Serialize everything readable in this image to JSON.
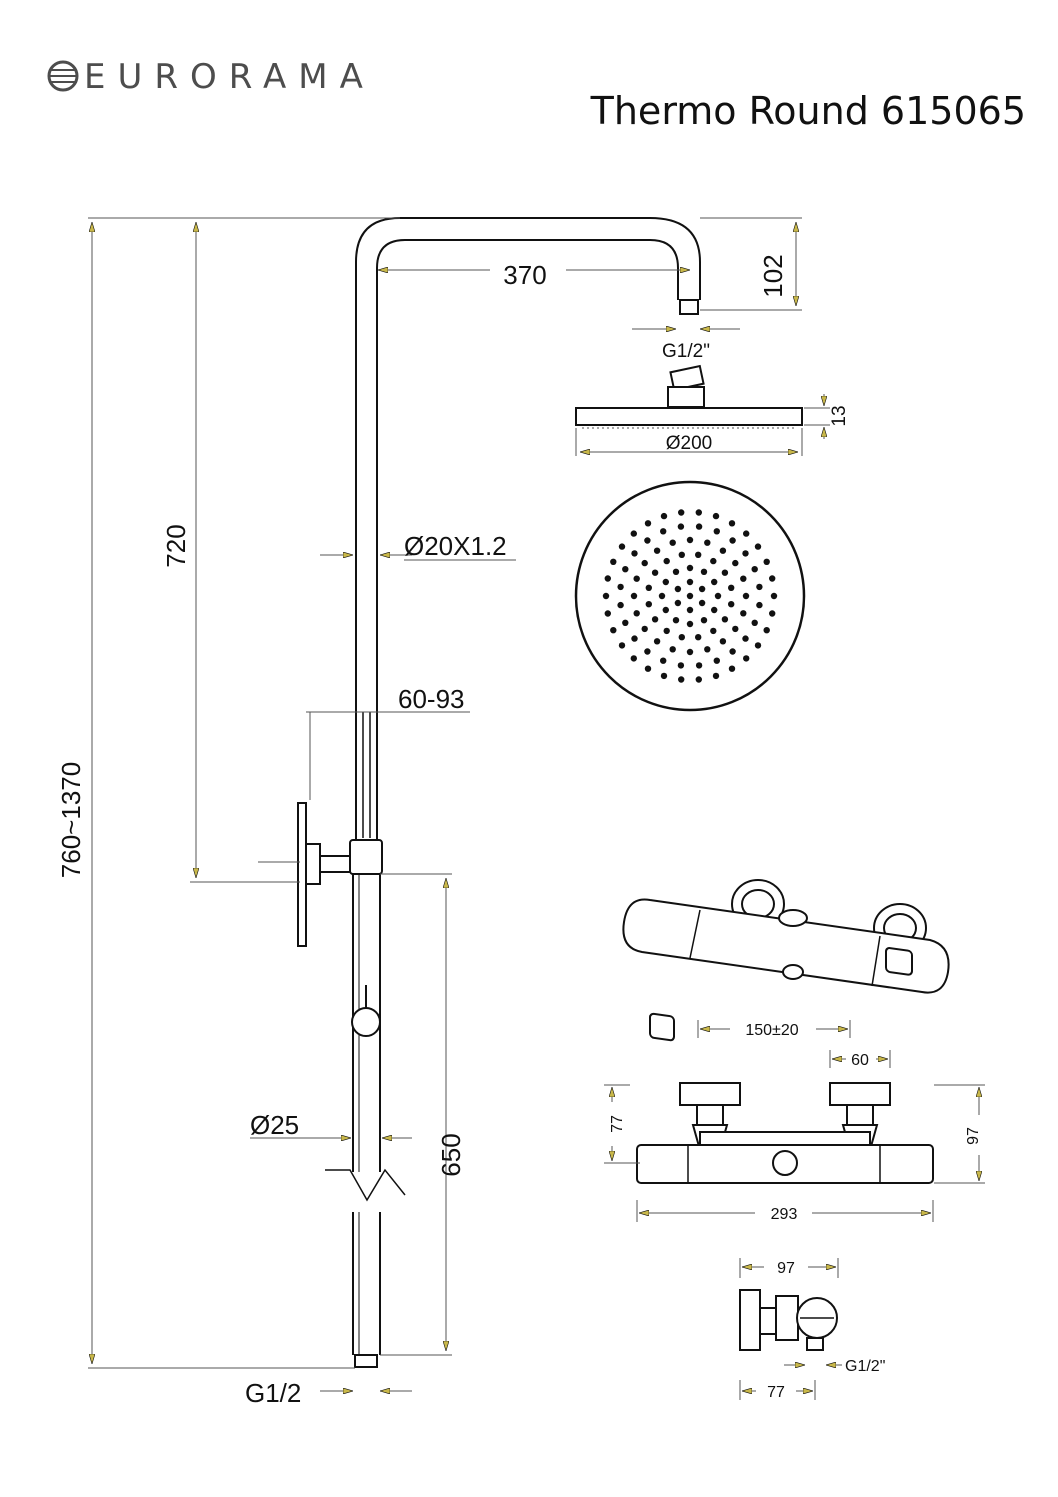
{
  "brand": {
    "name": "EURORAMA",
    "logo_icon": "eurorama-globe-icon"
  },
  "product": {
    "title": "Thermo Round 615065"
  },
  "colors": {
    "line": "#111111",
    "dimension_arrow": "#c9b84a",
    "logo_gray": "#4d4d4d"
  },
  "dimensions": {
    "arm_length": "370",
    "arm_drop": "102",
    "arm_outlet_thread": "G1/2\"",
    "head_thickness": "13",
    "head_diameter": "Ø200",
    "riser_upper_length": "720",
    "riser_tube": "Ø20X1.2",
    "wall_offset": "60-93",
    "total_height": "760~1370",
    "lower_tube": "Ø25",
    "lower_length": "650",
    "inlet_thread": "G1/2",
    "mixer_centers": "150±20",
    "mixer_connector": "60",
    "mixer_height_left": "77",
    "mixer_height_right": "97",
    "mixer_width": "293",
    "side_depth_top": "97",
    "side_outlet_thread": "G1/2\"",
    "side_depth_bottom": "77"
  },
  "shower_head": {
    "nozzle_rings": [
      {
        "radius": 0,
        "count": 1
      },
      {
        "radius": 14,
        "count": 6
      },
      {
        "radius": 28,
        "count": 12
      },
      {
        "radius": 42,
        "count": 16
      },
      {
        "radius": 56,
        "count": 20
      },
      {
        "radius": 70,
        "count": 24
      },
      {
        "radius": 84,
        "count": 30
      }
    ]
  }
}
